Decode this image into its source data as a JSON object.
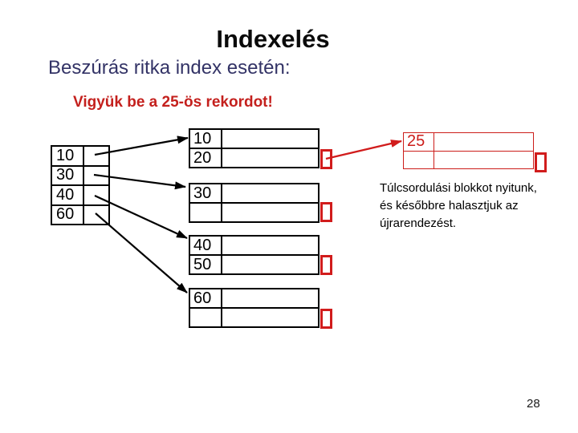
{
  "slide": {
    "title": "Indexelés",
    "subtitle": "Beszúrás ritka index esetén:",
    "instruction": "Vigyük be a 25-ös rekordot!",
    "note_line1": "Túlcsordulási blokkot nyitunk,",
    "note_line2": "és későbbre halasztjuk az",
    "note_line3": "újrarendezést.",
    "page_number": "28"
  },
  "index_table": {
    "keys": [
      "10",
      "30",
      "40",
      "60"
    ]
  },
  "data_blocks": [
    {
      "rows": [
        "10",
        "20"
      ]
    },
    {
      "rows": [
        "30",
        ""
      ]
    },
    {
      "rows": [
        "40",
        "50"
      ]
    },
    {
      "rows": [
        "60",
        ""
      ]
    }
  ],
  "overflow_block": {
    "rows": [
      "25",
      ""
    ]
  },
  "colors": {
    "accent_red": "#cc1d1a",
    "subtitle_navy": "#333366",
    "text_black": "#000000"
  }
}
